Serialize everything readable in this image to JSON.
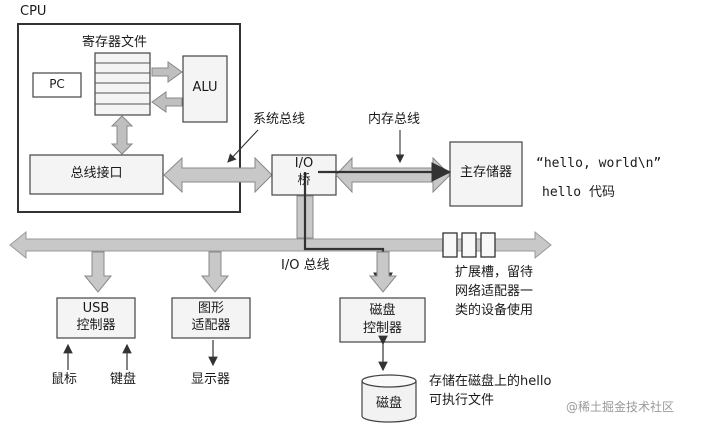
{
  "cpu": {
    "label": "CPU",
    "register_file_label": "寄存器文件",
    "pc_label": "PC",
    "alu_label": "ALU",
    "bus_interface_label": "总线接口"
  },
  "buses": {
    "system_bus": "系统总线",
    "memory_bus": "内存总线",
    "io_bus": "I/O 总线"
  },
  "io_bridge": {
    "line1": "I/O",
    "line2": "桥"
  },
  "main_memory": {
    "label": "主存储器",
    "content_line1": "“hello, world\\n”",
    "content_line2": "hello 代码"
  },
  "expansion_slots": {
    "line1": "扩展槽，留待",
    "line2": "网络适配器一",
    "line3": "类的设备使用"
  },
  "usb_controller": {
    "line1": "USB",
    "line2": "控制器"
  },
  "graphics_adapter": {
    "line1": "图形",
    "line2": "适配器"
  },
  "disk_controller": {
    "line1": "磁盘",
    "line2": "控制器"
  },
  "devices": {
    "mouse": "鼠标",
    "keyboard": "键盘",
    "display": "显示器",
    "disk": "磁盘"
  },
  "disk_note": {
    "line1": "存储在磁盘上的hello",
    "line2": "可执行文件"
  },
  "watermark": "@稀土掘金技术社区"
}
